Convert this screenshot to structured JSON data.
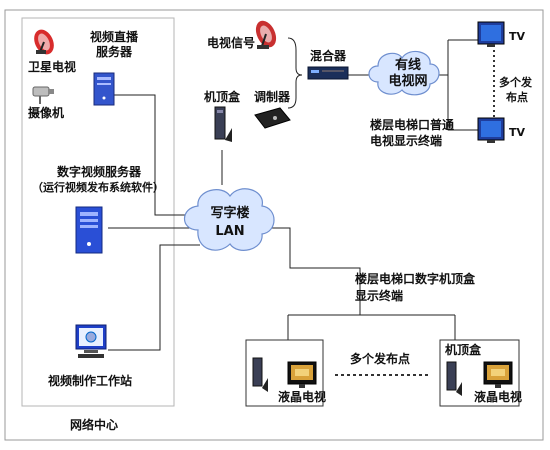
{
  "network_center": {
    "title": "网络中心",
    "satellite_tv": "卫星电视",
    "camera": "摄像机",
    "live_server": [
      "视频直播",
      "服务器"
    ],
    "digital_server": [
      "数字视频服务器",
      "（运行视频发布系统软件）"
    ],
    "workstation": "视频制作工作站"
  },
  "top_chain": {
    "tv_signal": "电视信号",
    "set_top_box": "机顶盒",
    "modulator": "调制器",
    "mixer": "混合器",
    "cable_network": [
      "有线",
      "电视网"
    ],
    "tv_label_1": "TV",
    "tv_label_2": "TV",
    "multi_points": [
      "多个发",
      "布点"
    ],
    "floor_normal": [
      "楼层电梯口普通",
      "电视显示终端"
    ]
  },
  "office_lan": [
    "写字楼",
    "LAN"
  ],
  "bottom_chain": {
    "floor_digital": [
      "楼层电梯口数字机顶盒",
      "显示终端"
    ],
    "lcd_left": "液晶电视",
    "lcd_right": "液晶电视",
    "set_top_box_right": "机顶盒",
    "multi_points": "多个发布点"
  }
}
